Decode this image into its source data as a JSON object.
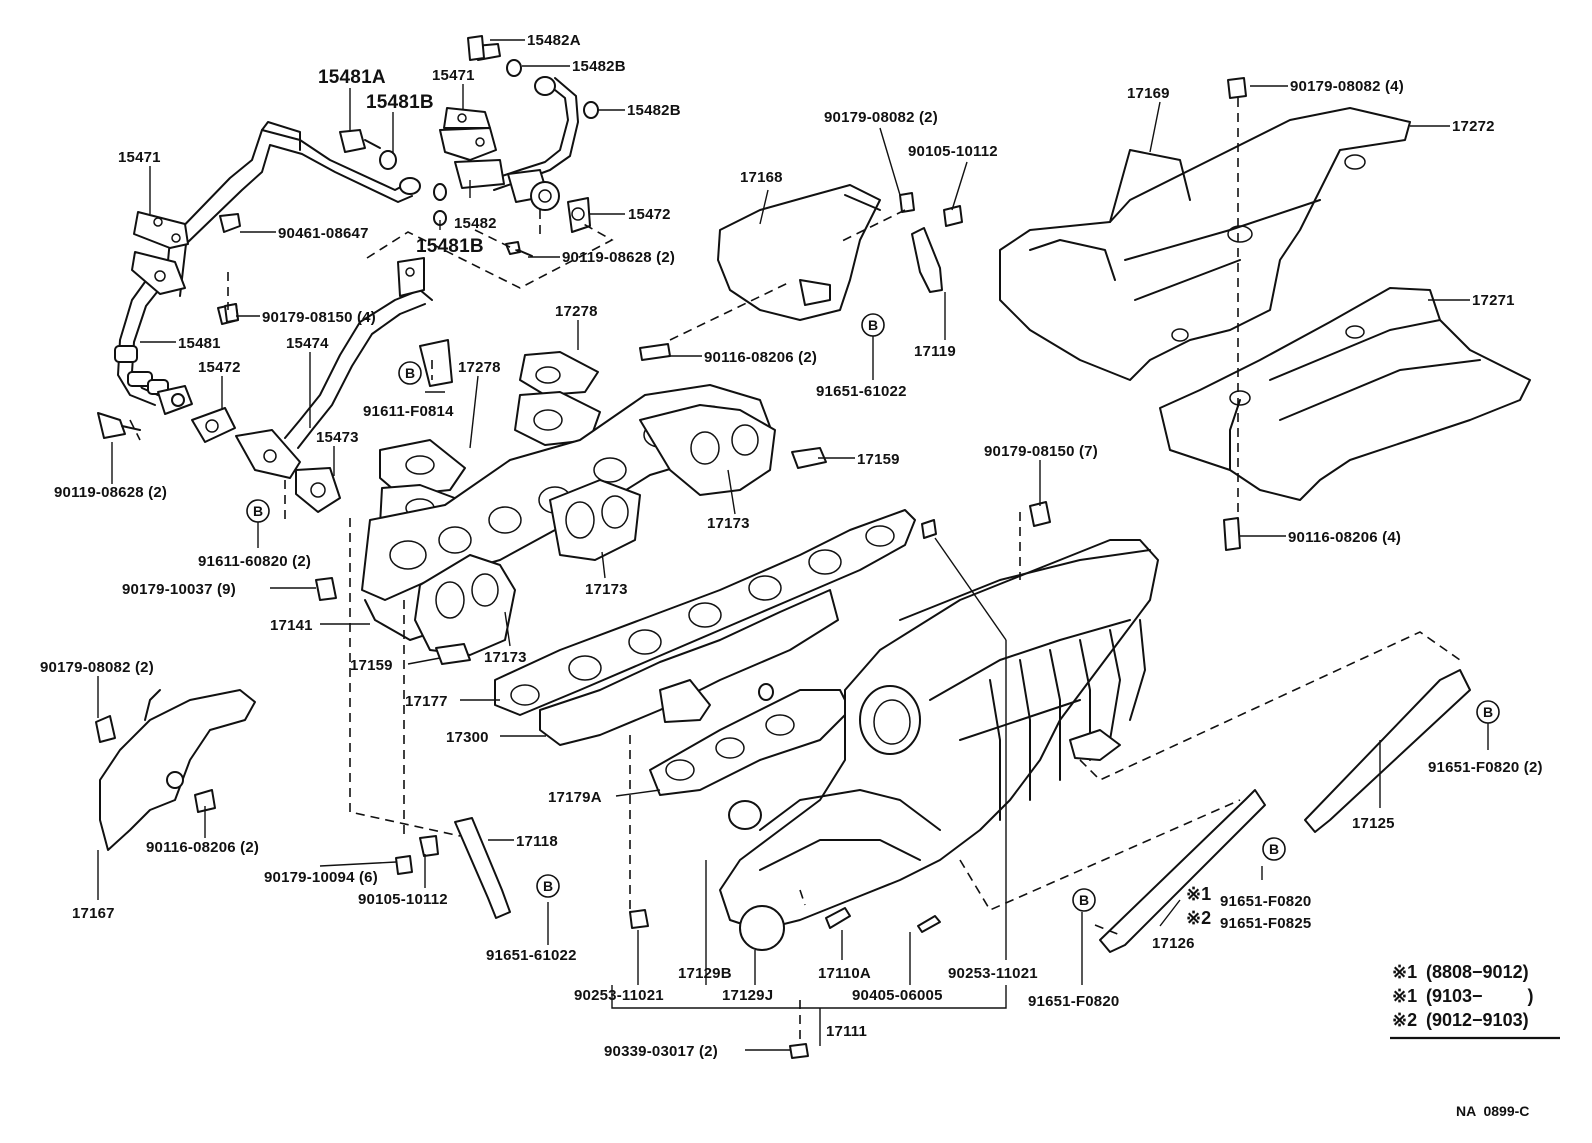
{
  "diagram": {
    "labels": [
      "15482A",
      "15482B",
      "15482B",
      "15481A",
      "15471",
      "15481B",
      "15471",
      "90461-08647",
      "15482",
      "15472",
      "15481B",
      "90119-08628 (2)",
      "90179-08150 (4)",
      "15481",
      "15474",
      "15472",
      "91611-F0814",
      "17278",
      "17278",
      "15473",
      "90119-08628 (2)",
      "91611-60820 (2)",
      "90179-10037 (9)",
      "17141",
      "17159",
      "17177",
      "17300",
      "17173",
      "17173",
      "17173",
      "17159",
      "90179-08082 (2)",
      "90116-08206 (2)",
      "17167",
      "90179-10094 (6)",
      "90105-10112",
      "17118",
      "91651-61022",
      "17179A",
      "90253-11021",
      "17129B",
      "17129J",
      "17110A",
      "90405-06005",
      "90253-11021",
      "17111",
      "90339-03017 (2)",
      "90179-08150 (7)",
      "17168",
      "90179-08082 (2)",
      "90105-10112",
      "90116-08206 (2)",
      "91651-61022",
      "17119",
      "17169",
      "90179-08082 (4)",
      "17272",
      "17271",
      "90116-08206 (4)",
      "91651-F0820 (2)",
      "17125",
      "91651-F0820",
      "91651-F0825",
      "17126",
      "91651-F0820"
    ],
    "b_marker": "B",
    "notes": [
      {
        "mark": "※1",
        "text": "(8808−9012)"
      },
      {
        "mark": "※1",
        "text": "(9103−         )"
      },
      {
        "mark": "※2",
        "text": "(9012−9103)"
      }
    ],
    "variant_marks": [
      "※1",
      "※2"
    ],
    "reference": "NA  0899-C"
  }
}
